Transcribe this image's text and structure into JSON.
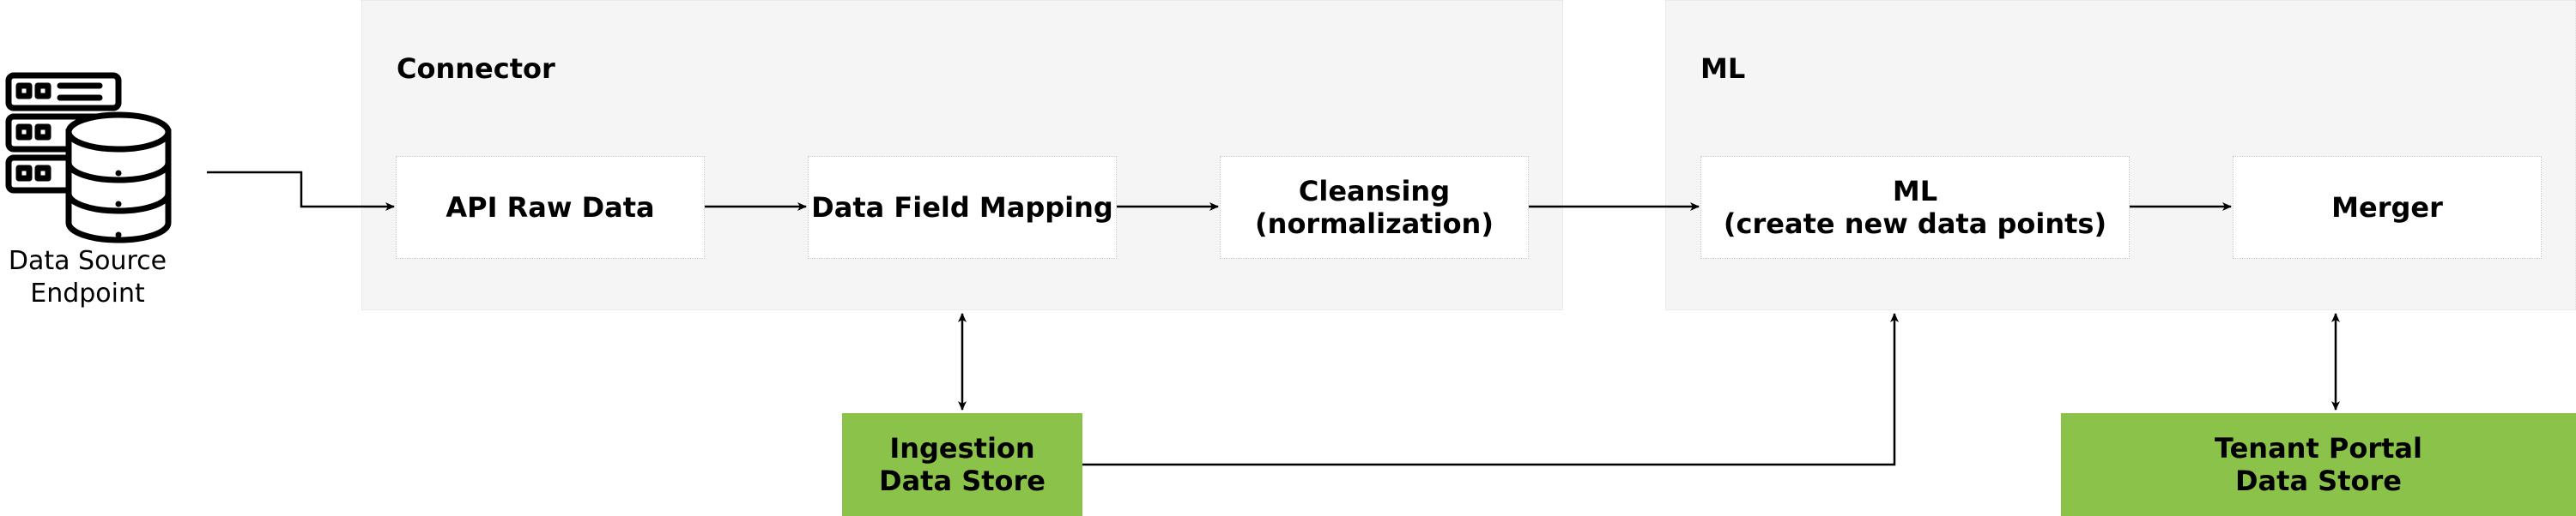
{
  "groups": {
    "connector": {
      "title": "Connector"
    },
    "ml": {
      "title": "ML"
    }
  },
  "nodes": {
    "api_raw_data": "API Raw Data",
    "data_field_mapping": "Data Field Mapping",
    "cleansing": "Cleansing\n(normalization)",
    "ml_create": "ML\n(create new data points)",
    "merger": "Merger"
  },
  "stores": {
    "ingestion": "Ingestion\nData Store",
    "tenant_portal": "Tenant Portal\nData Store"
  },
  "data_source": {
    "label": "Data Source\nEndpoint",
    "icon": "server-database-icon"
  },
  "colors": {
    "group_bg": "#f5f5f5",
    "store_fill": "#8bc34a",
    "line": "#000000"
  }
}
